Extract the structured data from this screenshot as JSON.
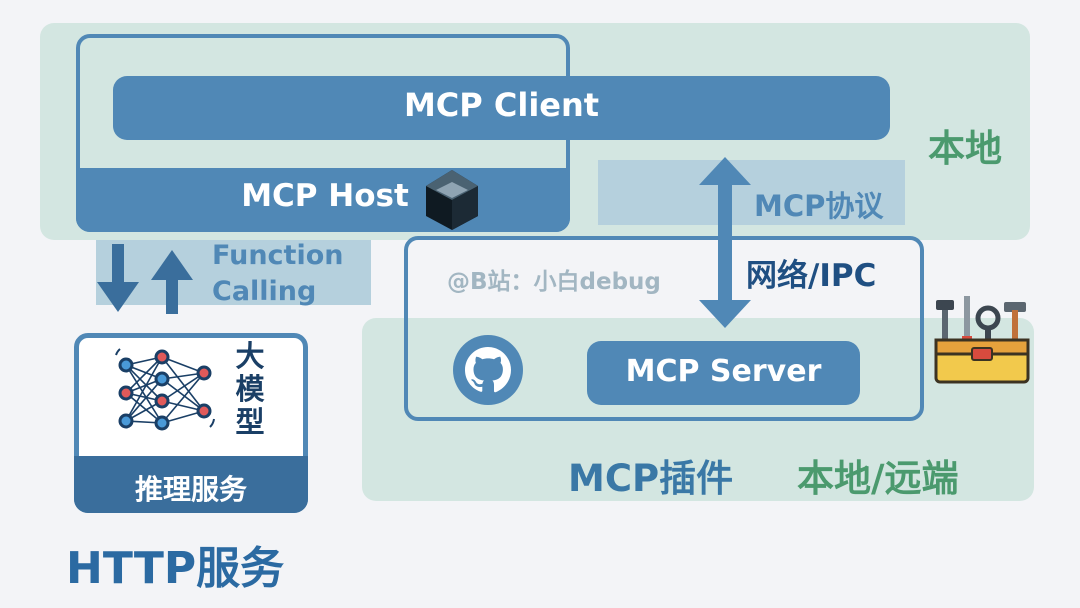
{
  "local": {
    "label": "本地"
  },
  "host": {
    "title": "MCP Host"
  },
  "client": {
    "title": "MCP Client"
  },
  "protocol": {
    "label": "MCP协议",
    "transport": "网络/IPC"
  },
  "function_calling": {
    "line1": "Function",
    "line2": "Calling"
  },
  "plugin": {
    "watermark": "@B站：小白debug",
    "server_title": "MCP Server",
    "label": "MCP插件",
    "scope": "本地/远端"
  },
  "inference": {
    "model_label": [
      "大",
      "模",
      "型"
    ],
    "service_title": "推理服务",
    "protocol_label": "HTTP服务"
  },
  "colors": {
    "primary": "#5088b6",
    "region": "#d3e6e1",
    "band": "#b5d0dd",
    "green_label": "#4b9a6e",
    "background": "#f3f4f7"
  },
  "icons": [
    "host-logo-icon",
    "github-icon",
    "toolbox-icon",
    "neural-network-icon",
    "up-arrow-icon",
    "down-arrow-icon",
    "double-arrow-icon"
  ]
}
